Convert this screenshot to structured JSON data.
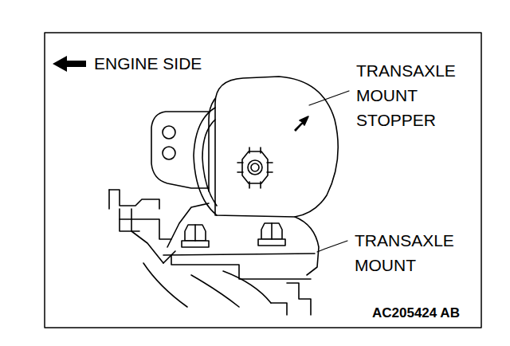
{
  "diagram": {
    "labels": [
      "ENGINE SIDE",
      "TRANSAXLE MOUNT STOPPER",
      "TRANSAXLE MOUNT",
      "AC205424 AB"
    ]
  }
}
